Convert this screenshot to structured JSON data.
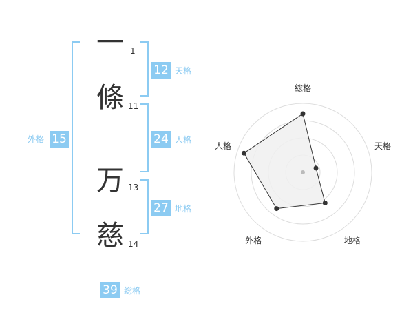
{
  "name": {
    "chars": [
      {
        "char": "一",
        "strokes": "1"
      },
      {
        "char": "條",
        "strokes": "11"
      },
      {
        "char": "万",
        "strokes": "13"
      },
      {
        "char": "慈",
        "strokes": "14"
      }
    ]
  },
  "kakusu": {
    "tenkaku": {
      "value": "12",
      "label": "天格"
    },
    "jinkaku": {
      "value": "24",
      "label": "人格"
    },
    "chikaku": {
      "value": "27",
      "label": "地格"
    },
    "gaikaku": {
      "value": "15",
      "label": "外格"
    },
    "soukaku": {
      "value": "39",
      "label": "総格"
    }
  },
  "chart_data": {
    "type": "radar",
    "axes": [
      "総格",
      "天格",
      "地格",
      "外格",
      "人格"
    ],
    "values": [
      0.85,
      0.2,
      0.55,
      0.65,
      0.9
    ],
    "max": 1,
    "rings": 4,
    "colors": {
      "fill": "#f0f0f0",
      "stroke": "#333333",
      "grid": "#dddddd",
      "point": "#333333"
    }
  },
  "colors": {
    "accent": "#8ccbf2"
  }
}
